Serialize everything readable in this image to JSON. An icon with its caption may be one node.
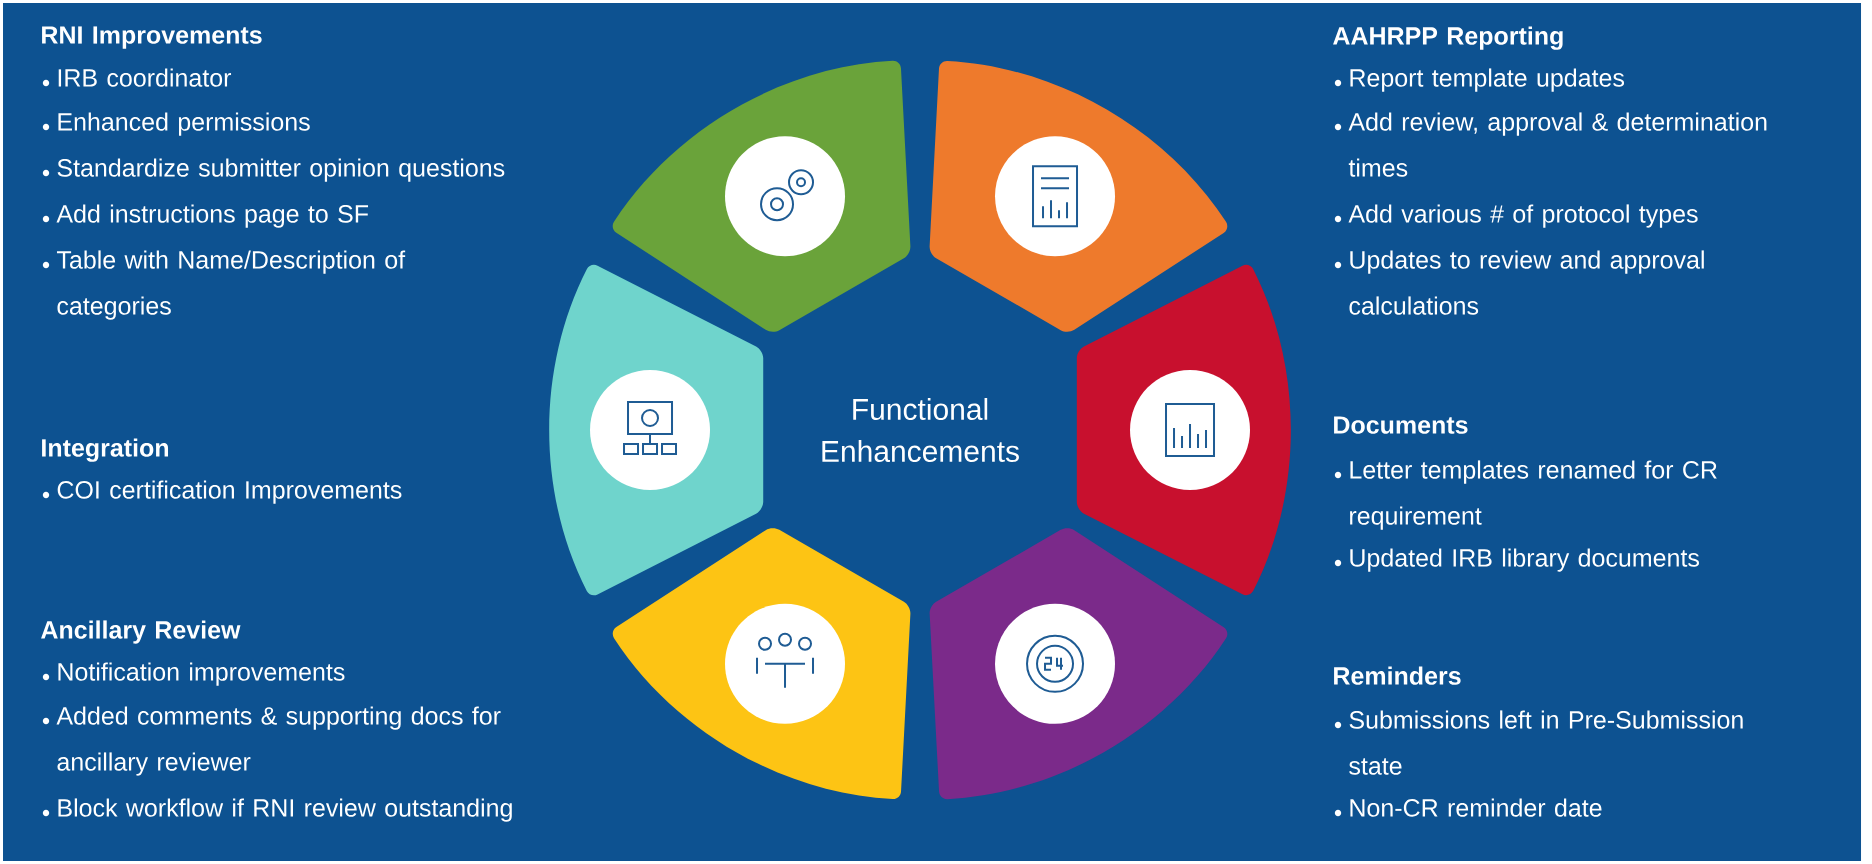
{
  "diagram": {
    "labels": [
      "RNI Improvements",
      "IRB coordinator",
      "Enhanced permissions",
      "Standardize submitter opinion questions",
      "Add instructions page to SF",
      "Table with Name/Description of categories",
      "Integration",
      "COI certification Improvements",
      "Ancillary Review",
      "Notification improvements",
      "Added comments & supporting docs for ancillary reviewer",
      "Block workflow if RNI review outstanding",
      "Functional Enhancements",
      "AAHRPP Reporting",
      "Report template updates",
      "Add review, approval & determination times",
      "Add various # of protocol types",
      "Updates to review and approval calculations",
      "Documents",
      "Letter templates renamed for CR requirement",
      "Updated IRB library documents",
      "Reminders",
      "Submissions left in Pre-Submission state",
      "Non-CR reminder date"
    ]
  }
}
